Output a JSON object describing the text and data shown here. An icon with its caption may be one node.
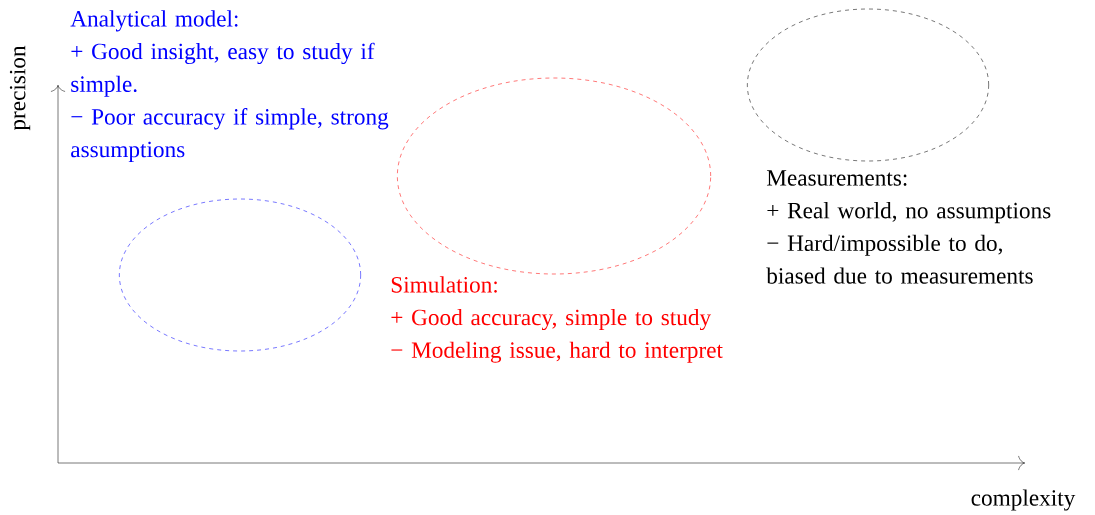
{
  "diagram": {
    "nodes": [
      {
        "text": [],
        "shape": "circle",
        "beside": [
          "Analytical model:",
          "+ Good insight, easy to study if simple.",
          "− Poor accuracy if simple, strong assumptions"
        ]
      },
      {
        "text": [],
        "shape": "circle",
        "beside": [
          "Simulation:",
          "+ Good accuracy, simple to study",
          "− Modeling issue, hard to interpret"
        ]
      },
      {
        "text": [],
        "shape": "circle",
        "beside": [
          "Measurements:",
          "+ Real world, no assumptions",
          "− Hard/impossible to do, biased due to measurements"
        ]
      }
    ],
    "edges": [],
    "labels": [
      "precision",
      "complexity"
    ]
  }
}
